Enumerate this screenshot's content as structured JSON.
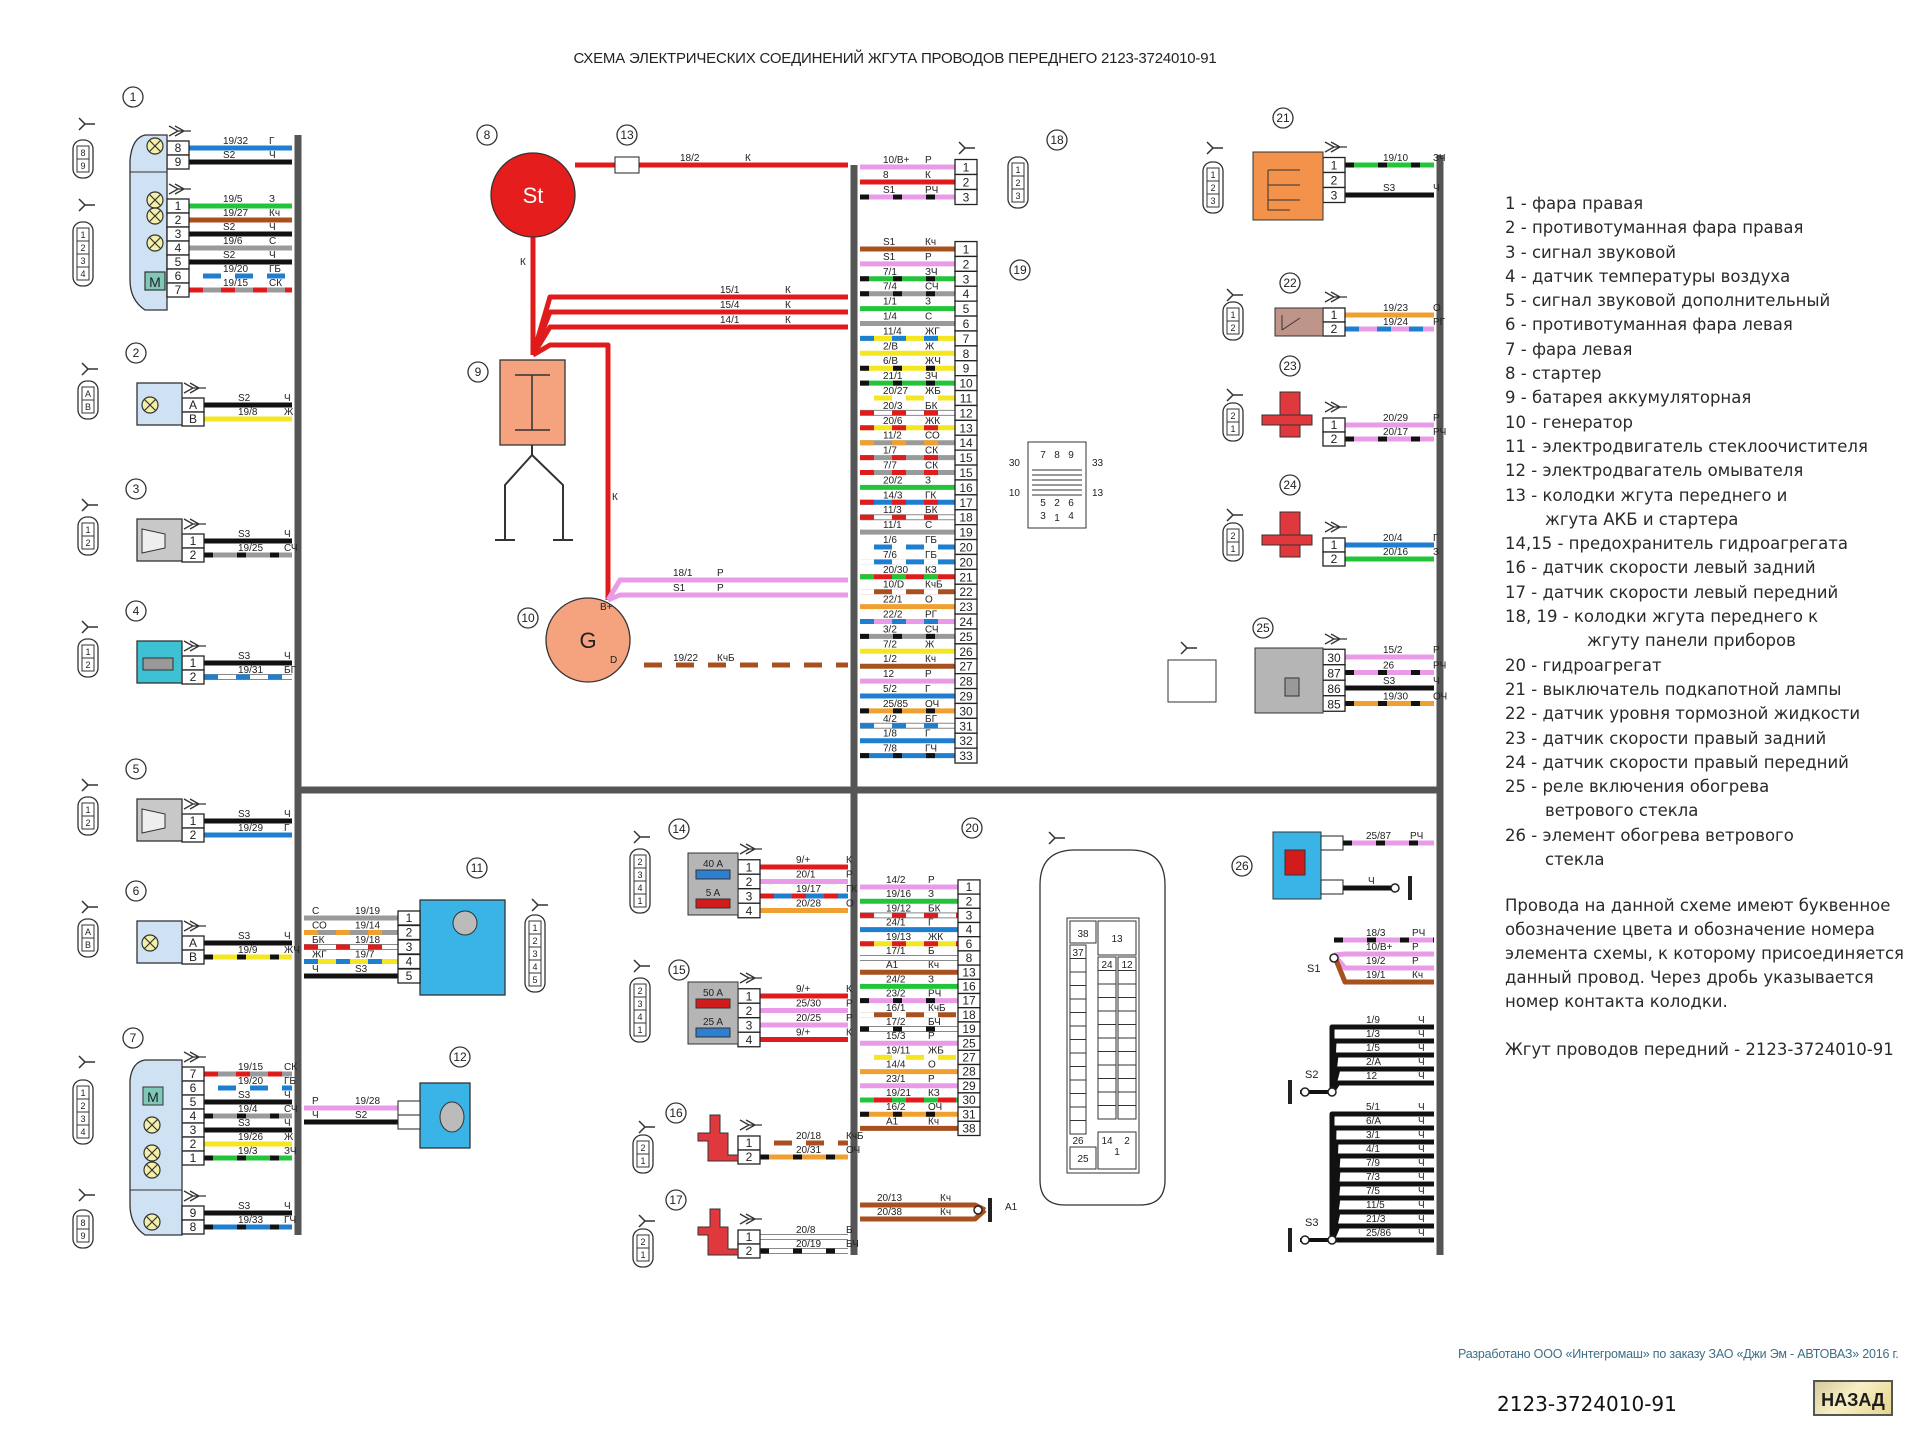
{
  "title": "СХЕМА ЭЛЕКТРИЧЕСКИХ СОЕДИНЕНИЙ ЖГУТА ПРОВОДОВ ПЕРЕДНЕГО 2123-3724010-91",
  "colors": {
    "Ч": "#111111",
    "Г": "#1e7fd0",
    "З": "#22c43a",
    "К": "#e01b1b",
    "Р": "#e99be8",
    "С": "#9a9a9a",
    "Ж": "#f4e620",
    "Кч": "#a8501f",
    "О": "#f0a030",
    "Б": "#ffffff",
    "harness": "#555555",
    "component_blue": "#3ab4e6",
    "component_orange": "#f2924b",
    "starter": "#e51d1d",
    "generator": "#f4a37e",
    "sensor_red": "#e0393d",
    "relay_grey": "#b5b5b5"
  },
  "components": [
    {
      "num": "1",
      "name": "фара правая",
      "pins": [
        {
          "pin": "8",
          "wire": "19/32",
          "color": "Г"
        },
        {
          "pin": "9",
          "wire": "S2",
          "color": "Ч"
        },
        {
          "pin": "1",
          "wire": "19/5",
          "color": "З"
        },
        {
          "pin": "2",
          "wire": "19/27",
          "color": "Кч"
        },
        {
          "pin": "3",
          "wire": "S2",
          "color": "Ч"
        },
        {
          "pin": "4",
          "wire": "19/6",
          "color": "С"
        },
        {
          "pin": "5",
          "wire": "S2",
          "color": "Ч"
        },
        {
          "pin": "6",
          "wire": "19/20",
          "color": "ГБ"
        },
        {
          "pin": "7",
          "wire": "19/15",
          "color": "СК"
        }
      ]
    },
    {
      "num": "2",
      "name": "противотуманная фара правая",
      "pins": [
        {
          "pin": "A",
          "wire": "S2",
          "color": "Ч"
        },
        {
          "pin": "B",
          "wire": "19/8",
          "color": "Ж"
        }
      ]
    },
    {
      "num": "3",
      "name": "сигнал звуковой",
      "pins": [
        {
          "pin": "1",
          "wire": "S3",
          "color": "Ч"
        },
        {
          "pin": "2",
          "wire": "19/25",
          "color": "СЧ"
        }
      ]
    },
    {
      "num": "4",
      "name": "датчик температуры воздуха",
      "pins": [
        {
          "pin": "1",
          "wire": "S3",
          "color": "Ч"
        },
        {
          "pin": "2",
          "wire": "19/31",
          "color": "БГ"
        }
      ]
    },
    {
      "num": "5",
      "name": "сигнал звуковой дополнительный",
      "pins": [
        {
          "pin": "1",
          "wire": "S3",
          "color": "Ч"
        },
        {
          "pin": "2",
          "wire": "19/29",
          "color": "Г"
        }
      ]
    },
    {
      "num": "6",
      "name": "противотуманная фара левая",
      "pins": [
        {
          "pin": "A",
          "wire": "S3",
          "color": "Ч"
        },
        {
          "pin": "B",
          "wire": "19/9",
          "color": "ЖЧ"
        }
      ]
    },
    {
      "num": "7",
      "name": "фара левая",
      "pins": [
        {
          "pin": "7",
          "wire": "19/15",
          "color": "СК"
        },
        {
          "pin": "6",
          "wire": "19/20",
          "color": "ГБ"
        },
        {
          "pin": "5",
          "wire": "S3",
          "color": "Ч"
        },
        {
          "pin": "4",
          "wire": "19/4",
          "color": "СЧ"
        },
        {
          "pin": "3",
          "wire": "S3",
          "color": "Ч"
        },
        {
          "pin": "2",
          "wire": "19/26",
          "color": "Ж"
        },
        {
          "pin": "1",
          "wire": "19/3",
          "color": "ЗЧ"
        },
        {
          "pin": "9",
          "wire": "S3",
          "color": "Ч"
        },
        {
          "pin": "8",
          "wire": "19/33",
          "color": "ГЧ"
        }
      ]
    },
    {
      "num": "8",
      "name": "стартер",
      "symbol": "St"
    },
    {
      "num": "9",
      "name": "батарея аккумуляторная"
    },
    {
      "num": "10",
      "name": "генератор",
      "symbol": "G",
      "terminals": [
        "B+",
        "D"
      ]
    },
    {
      "num": "11",
      "name": "электродвигатель стеклоочистителя",
      "pins": [
        {
          "pin": "1",
          "wire": "19/19",
          "color": "С"
        },
        {
          "pin": "2",
          "wire": "19/14",
          "color": "СО"
        },
        {
          "pin": "3",
          "wire": "19/18",
          "color": "БК"
        },
        {
          "pin": "4",
          "wire": "19/7",
          "color": "ЖГ"
        },
        {
          "pin": "5",
          "wire": "S3",
          "color": "Ч"
        }
      ]
    },
    {
      "num": "12",
      "name": "электродвагатель омывателя",
      "pins": [
        {
          "pin": "",
          "wire": "19/28",
          "color": "Р"
        },
        {
          "pin": "",
          "wire": "S2",
          "color": "Ч"
        }
      ]
    },
    {
      "num": "13",
      "name": "колодки жгута переднего и жгута АКБ и стартера"
    },
    {
      "num": "14",
      "name": "предохранитель гидроагрегата",
      "fuses": [
        "40 A",
        "5 A"
      ],
      "pins": [
        {
          "pin": "1",
          "wire": "9/+",
          "color": "К"
        },
        {
          "pin": "2",
          "wire": "20/1",
          "color": "Р"
        },
        {
          "pin": "3",
          "wire": "19/17",
          "color": "ГК"
        },
        {
          "pin": "4",
          "wire": "20/28",
          "color": "О"
        }
      ]
    },
    {
      "num": "15",
      "name": "предохранитель гидроагрегата",
      "fuses": [
        "50 A",
        "25 A"
      ],
      "pins": [
        {
          "pin": "1",
          "wire": "9/+",
          "color": "К"
        },
        {
          "pin": "2",
          "wire": "25/30",
          "color": "Р"
        },
        {
          "pin": "3",
          "wire": "20/25",
          "color": "Р"
        },
        {
          "pin": "4",
          "wire": "9/+",
          "color": "К"
        }
      ]
    },
    {
      "num": "16",
      "name": "датчик скорости левый задний",
      "pins": [
        {
          "pin": "1",
          "wire": "20/18",
          "color": "КчБ"
        },
        {
          "pin": "2",
          "wire": "20/31",
          "color": "ОЧ"
        }
      ]
    },
    {
      "num": "17",
      "name": "датчик скорости левый передний",
      "pins": [
        {
          "pin": "1",
          "wire": "20/8",
          "color": "Б"
        },
        {
          "pin": "2",
          "wire": "20/19",
          "color": "БЧ"
        }
      ]
    },
    {
      "num": "18",
      "name": "колодки жгута переднего к жгуту панели приборов",
      "pins": [
        {
          "pin": "1",
          "wire": "10/B+",
          "color": "Р"
        },
        {
          "pin": "2",
          "wire": "8",
          "color": "К"
        },
        {
          "pin": "3",
          "wire": "S1",
          "color": "РЧ"
        }
      ]
    },
    {
      "num": "19",
      "name": "колодки жгута переднего к жгуту панели приборов",
      "face_labels": [
        "7",
        "8",
        "9",
        "5",
        "2",
        "6",
        "3",
        "1",
        "4",
        "30",
        "33",
        "10",
        "13"
      ],
      "pins": [
        {
          "pin": "1",
          "wire": "S1",
          "color": "Кч"
        },
        {
          "pin": "2",
          "wire": "S1",
          "color": "Р"
        },
        {
          "pin": "3",
          "wire": "7/1",
          "color": "ЗЧ"
        },
        {
          "pin": "4",
          "wire": "7/4",
          "color": "СЧ"
        },
        {
          "pin": "5",
          "wire": "1/1",
          "color": "З"
        },
        {
          "pin": "6",
          "wire": "1/4",
          "color": "С"
        },
        {
          "pin": "7",
          "wire": "11/4",
          "color": "ЖГ"
        },
        {
          "pin": "8",
          "wire": "2/B",
          "color": "Ж"
        },
        {
          "pin": "9",
          "wire": "6/B",
          "color": "ЖЧ"
        },
        {
          "pin": "10",
          "wire": "21/1",
          "color": "ЗЧ"
        },
        {
          "pin": "11",
          "wire": "20/27",
          "color": "ЖБ"
        },
        {
          "pin": "12",
          "wire": "20/3",
          "color": "БК"
        },
        {
          "pin": "13",
          "wire": "20/6",
          "color": "ЖК"
        },
        {
          "pin": "14",
          "wire": "11/2",
          "color": "СО"
        },
        {
          "pin": "15",
          "wire": "1/7",
          "color": "СК"
        },
        {
          "pin": "15",
          "wire": "7/7",
          "color": "СК"
        },
        {
          "pin": "16",
          "wire": "20/2",
          "color": "З"
        },
        {
          "pin": "17",
          "wire": "14/3",
          "color": "ГК"
        },
        {
          "pin": "18",
          "wire": "11/3",
          "color": "БК"
        },
        {
          "pin": "19",
          "wire": "11/1",
          "color": "С"
        },
        {
          "pin": "20",
          "wire": "1/6",
          "color": "ГБ"
        },
        {
          "pin": "20",
          "wire": "7/6",
          "color": "ГБ"
        },
        {
          "pin": "21",
          "wire": "20/30",
          "color": "КЗ"
        },
        {
          "pin": "22",
          "wire": "10/D",
          "color": "КчБ"
        },
        {
          "pin": "23",
          "wire": "22/1",
          "color": "О"
        },
        {
          "pin": "24",
          "wire": "22/2",
          "color": "РГ"
        },
        {
          "pin": "25",
          "wire": "3/2",
          "color": "СЧ"
        },
        {
          "pin": "26",
          "wire": "7/2",
          "color": "Ж"
        },
        {
          "pin": "27",
          "wire": "1/2",
          "color": "Кч"
        },
        {
          "pin": "28",
          "wire": "12",
          "color": "Р"
        },
        {
          "pin": "29",
          "wire": "5/2",
          "color": "Г"
        },
        {
          "pin": "30",
          "wire": "25/85",
          "color": "ОЧ"
        },
        {
          "pin": "31",
          "wire": "4/2",
          "color": "БГ"
        },
        {
          "pin": "32",
          "wire": "1/8",
          "color": "Г"
        },
        {
          "pin": "33",
          "wire": "7/8",
          "color": "ГЧ"
        }
      ]
    },
    {
      "num": "20",
      "name": "гидроагрегат",
      "face_labels": [
        "38",
        "13",
        "37",
        "24",
        "12",
        "14",
        "2",
        "26",
        "25",
        "1"
      ],
      "pins": [
        {
          "pin": "1",
          "wire": "14/2",
          "color": "Р"
        },
        {
          "pin": "2",
          "wire": "19/16",
          "color": "З"
        },
        {
          "pin": "3",
          "wire": "19/12",
          "color": "БК"
        },
        {
          "pin": "4",
          "wire": "24/1",
          "color": "Г"
        },
        {
          "pin": "6",
          "wire": "19/13",
          "color": "ЖК"
        },
        {
          "pin": "8",
          "wire": "17/1",
          "color": "Б"
        },
        {
          "pin": "13",
          "wire": "A1",
          "color": "Кч"
        },
        {
          "pin": "16",
          "wire": "24/2",
          "color": "З"
        },
        {
          "pin": "17",
          "wire": "23/2",
          "color": "РЧ"
        },
        {
          "pin": "18",
          "wire": "16/1",
          "color": "КчБ"
        },
        {
          "pin": "19",
          "wire": "17/2",
          "color": "БЧ"
        },
        {
          "pin": "25",
          "wire": "15/3",
          "color": "Р"
        },
        {
          "pin": "27",
          "wire": "19/11",
          "color": "ЖБ"
        },
        {
          "pin": "28",
          "wire": "14/4",
          "color": "О"
        },
        {
          "pin": "29",
          "wire": "23/1",
          "color": "Р"
        },
        {
          "pin": "30",
          "wire": "19/21",
          "color": "КЗ"
        },
        {
          "pin": "31",
          "wire": "16/2",
          "color": "ОЧ"
        },
        {
          "pin": "38",
          "wire": "A1",
          "color": "Кч"
        }
      ]
    },
    {
      "num": "21",
      "name": "выключатель подкапотной лампы",
      "pins": [
        {
          "pin": "1",
          "wire": "19/10",
          "color": "ЗЧ"
        },
        {
          "pin": "2",
          "wire": "",
          "color": ""
        },
        {
          "pin": "3",
          "wire": "S3",
          "color": "Ч"
        }
      ]
    },
    {
      "num": "22",
      "name": "датчик уровня тормозной жидкости",
      "pins": [
        {
          "pin": "1",
          "wire": "19/23",
          "color": "О"
        },
        {
          "pin": "2",
          "wire": "19/24",
          "color": "РГ"
        }
      ]
    },
    {
      "num": "23",
      "name": "датчик скорости правый задний",
      "pins": [
        {
          "pin": "1",
          "wire": "20/29",
          "color": "Р"
        },
        {
          "pin": "2",
          "wire": "20/17",
          "color": "РЧ"
        }
      ]
    },
    {
      "num": "24",
      "name": "датчик скорости правый передний",
      "pins": [
        {
          "pin": "1",
          "wire": "20/4",
          "color": "Г"
        },
        {
          "pin": "2",
          "wire": "20/16",
          "color": "З"
        }
      ]
    },
    {
      "num": "25",
      "name": "реле включения обогрева ветрового стекла",
      "pins": [
        {
          "pin": "30",
          "wire": "15/2",
          "color": "Р"
        },
        {
          "pin": "87",
          "wire": "26",
          "color": "РЧ"
        },
        {
          "pin": "86",
          "wire": "S3",
          "color": "Ч"
        },
        {
          "pin": "85",
          "wire": "19/30",
          "color": "ОЧ"
        }
      ]
    },
    {
      "num": "26",
      "name": "элемент обогрева ветрового стекла",
      "pins": [
        {
          "pin": "",
          "wire": "25/87",
          "color": "РЧ"
        },
        {
          "pin": "",
          "wire": "",
          "color": "Ч"
        }
      ]
    }
  ],
  "battery_wires": [
    {
      "wire": "18/2",
      "color": "К"
    },
    {
      "wire": "15/1",
      "color": "К"
    },
    {
      "wire": "15/4",
      "color": "К"
    },
    {
      "wire": "14/1",
      "color": "К"
    },
    {
      "wire": "",
      "color": "К"
    }
  ],
  "generator_wires": [
    {
      "wire": "18/1",
      "color": "Р"
    },
    {
      "wire": "S1",
      "color": "Р"
    },
    {
      "wire": "19/22",
      "color": "КчБ"
    }
  ],
  "ground_A1": {
    "label": "A1",
    "wires": [
      {
        "wire": "20/13",
        "color": "Кч"
      },
      {
        "wire": "20/38",
        "color": "Кч"
      }
    ]
  },
  "splices": [
    {
      "label": "S1",
      "wires": [
        {
          "wire": "18/3",
          "color": "РЧ"
        },
        {
          "wire": "10/B+",
          "color": "Р"
        },
        {
          "wire": "19/2",
          "color": "Р"
        },
        {
          "wire": "19/1",
          "color": "Кч"
        }
      ]
    },
    {
      "label": "S2",
      "wires": [
        {
          "wire": "1/9",
          "color": "Ч"
        },
        {
          "wire": "1/3",
          "color": "Ч"
        },
        {
          "wire": "1/5",
          "color": "Ч"
        },
        {
          "wire": "2/A",
          "color": "Ч"
        },
        {
          "wire": "12",
          "color": "Ч"
        }
      ]
    },
    {
      "label": "S3",
      "wires": [
        {
          "wire": "5/1",
          "color": "Ч"
        },
        {
          "wire": "6/A",
          "color": "Ч"
        },
        {
          "wire": "3/1",
          "color": "Ч"
        },
        {
          "wire": "4/1",
          "color": "Ч"
        },
        {
          "wire": "7/9",
          "color": "Ч"
        },
        {
          "wire": "7/3",
          "color": "Ч"
        },
        {
          "wire": "7/5",
          "color": "Ч"
        },
        {
          "wire": "11/5",
          "color": "Ч"
        },
        {
          "wire": "21/3",
          "color": "Ч"
        },
        {
          "wire": "25/86",
          "color": "Ч"
        }
      ]
    }
  ],
  "legend": [
    {
      "text": "1 - фара правая"
    },
    {
      "text": "2 - противотуманная фара правая"
    },
    {
      "text": "3 - сигнал звуковой"
    },
    {
      "text": "4 - датчик температуры воздуха"
    },
    {
      "text": "5 - сигнал звуковой дополнительный"
    },
    {
      "text": "6 - противотуманная фара левая"
    },
    {
      "text": "7 - фара левая"
    },
    {
      "text": "8 - стартер"
    },
    {
      "text": "9 - батарея аккумуляторная"
    },
    {
      "text": "10 - генератор"
    },
    {
      "text": "11 - электродвигатель стеклоочистителя"
    },
    {
      "text": "12 - электродвагатель омывателя"
    },
    {
      "text": "13 - колодки жгута переднего и"
    },
    {
      "text": "жгута АКБ и стартера",
      "cont": true
    },
    {
      "text": "14,15 -  предохранитель гидроагрегата"
    },
    {
      "text": "16 - датчик скорости левый задний"
    },
    {
      "text": "17 - датчик скорости левый передний"
    },
    {
      "text": "18, 19  - колодки жгута переднего к"
    },
    {
      "text": "жгуту панели приборов",
      "cont": true,
      "deep": true
    },
    {
      "text": "20 - гидроагрегат"
    },
    {
      "text": "21 - выключатель подкапотной лампы"
    },
    {
      "text": "22 - датчик уровня тормозной жидкости"
    },
    {
      "text": "23 - датчик скорости правый задний"
    },
    {
      "text": "24 - датчик скорости правый передний"
    },
    {
      "text": "25 - реле включения обогрева"
    },
    {
      "text": "ветрового стекла",
      "cont": true
    },
    {
      "text": "26 - элемент обогрева ветрового"
    },
    {
      "text": "стекла",
      "cont": true
    }
  ],
  "note": "Провода на данной схеме имеют буквенное обозначение цвета и обозначение номера элемента схемы, к которому присоединяется данный провод. Через дробь указывается номер контакта колодки.",
  "harness_label": "Жгут проводов передний  - 2123-3724010-91",
  "credit": "Разработано ООО «Интегромаш» по заказу ЗАО «Джи Эм - АВТОВАЗ» 2016 г.",
  "doc_code": "2123-3724010-91",
  "back_button": "НАЗАД"
}
